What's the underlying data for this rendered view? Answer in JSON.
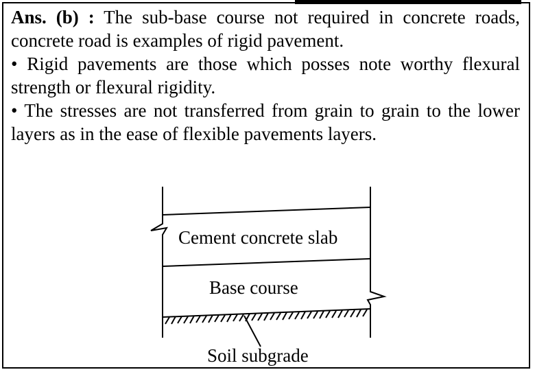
{
  "answer": {
    "label": "Ans. (b) :",
    "intro": " The sub-base course not required in concrete roads, concrete road is examples of rigid pavement.",
    "bullets": [
      "Rigid pavements are those which posses note worthy flexural strength or flexural rigidity.",
      "The stresses are not transferred from grain to grain to the lower layers as in the ease of flexible pavements layers."
    ],
    "bullet_symbol": "•"
  },
  "diagram": {
    "layers": [
      {
        "label": "Cement concrete slab"
      },
      {
        "label": "Base course"
      },
      {
        "label": "Soil subgrade"
      }
    ]
  }
}
